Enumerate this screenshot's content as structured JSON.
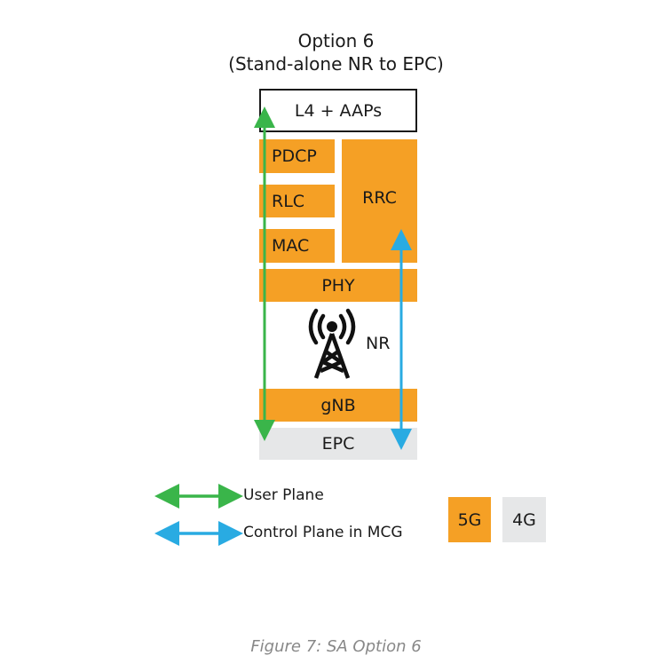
{
  "title": {
    "line1": "Option 6",
    "line2": "(Stand-alone NR to EPC)"
  },
  "stack": {
    "top": "L4 + AAPs",
    "pdcp": "PDCP",
    "rlc": "RLC",
    "mac": "MAC",
    "rrc": "RRC",
    "phy": "PHY",
    "nr": "NR",
    "gnb": "gNB",
    "epc": "EPC"
  },
  "legend": {
    "user_plane": "User Plane",
    "control_plane": "Control Plane in MCG",
    "badge_5g": "5G",
    "badge_4g": "4G"
  },
  "colors": {
    "five_g": "#f5a025",
    "four_g": "#e6e7e8",
    "user_plane": "#3ab54a",
    "control_plane": "#29abe2"
  },
  "icons": {
    "antenna": "radio-tower-icon"
  },
  "caption": "Figure 7: SA Option 6"
}
